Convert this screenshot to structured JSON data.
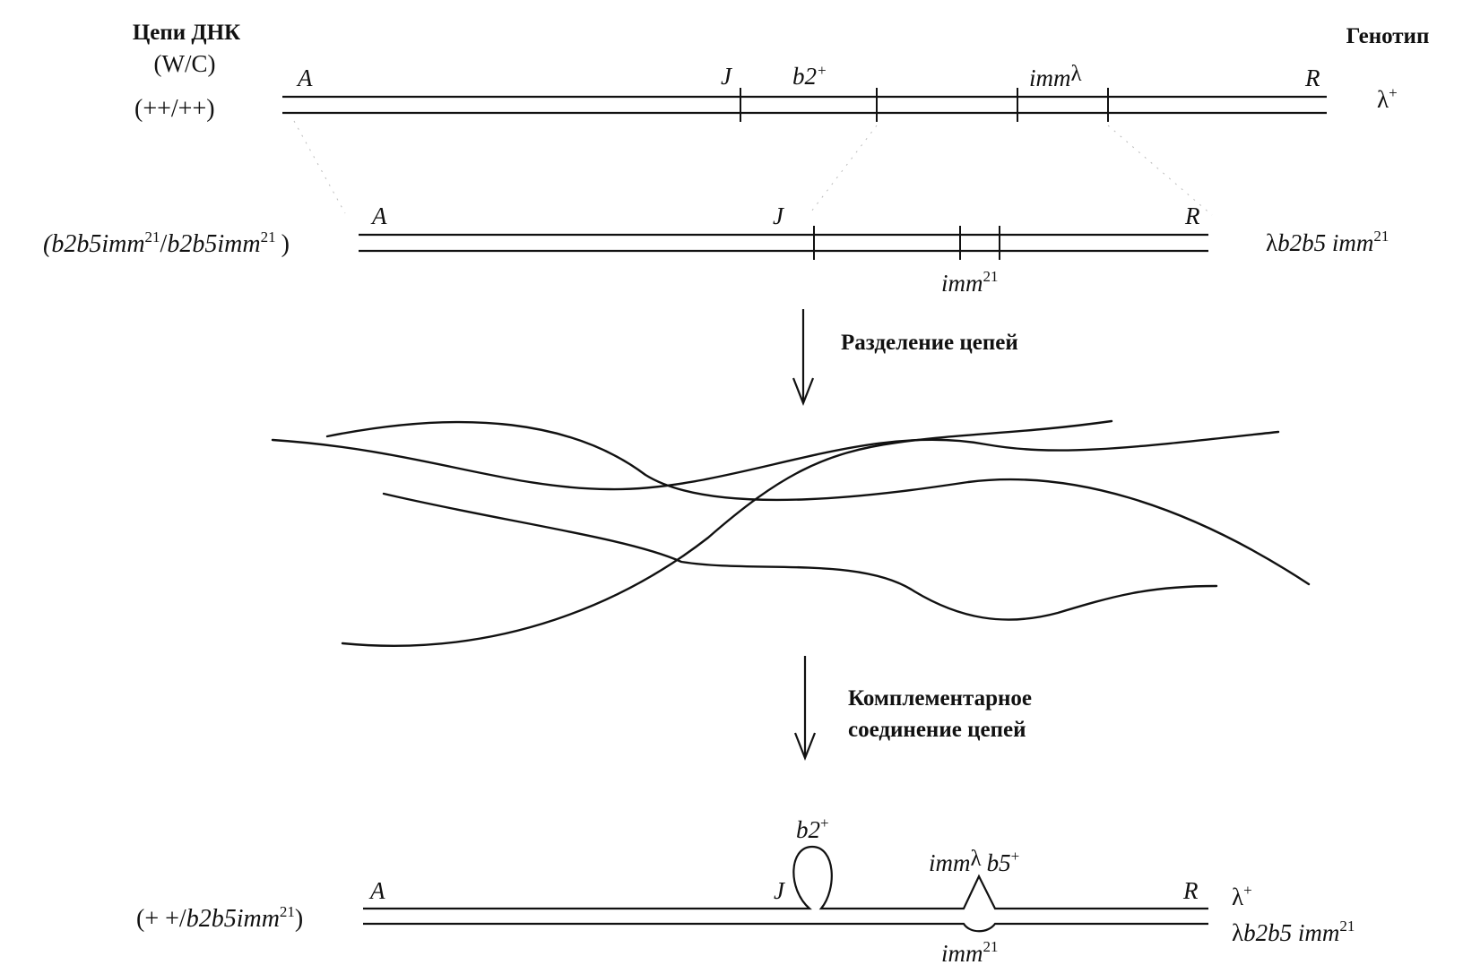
{
  "header": {
    "strands_title": "Цепи ДНК",
    "strands_subtitle": "(W/C)",
    "genotype_title": "Генотип"
  },
  "row1": {
    "strand_notation": "(++/++)",
    "left_end": "A",
    "j": "J",
    "b2": "b2",
    "b2_sup": "+",
    "imm": "imm",
    "imm_lambda": "λ",
    "right_end": "R",
    "genotype": "λ",
    "genotype_sup": "+"
  },
  "row2": {
    "strand_a": "(b2b5imm",
    "strand_a_sup": "21",
    "slash": "/",
    "strand_b": "b2b5imm",
    "strand_b_sup": "21",
    "close": ")",
    "left_end": "A",
    "j": "J",
    "right_end": "R",
    "imm_label": "imm",
    "imm_sup": "21",
    "genotype_lambda": "λ",
    "genotype_body": "b2b5 imm",
    "genotype_sup": "21"
  },
  "steps": {
    "separation": "Разделение цепей",
    "annealing_line1": "Комплементарное",
    "annealing_line2": "соединение цепей"
  },
  "row3": {
    "strand_plus": "(+  +/",
    "strand_mut": "b2b5imm",
    "strand_mut_sup": "21",
    "close": ")",
    "left_end": "A",
    "j": "J",
    "right_end": "R",
    "b2": "b2",
    "b2_sup": "+",
    "imm_top": "imm",
    "imm_top_lambda": "λ",
    "b5": "b5",
    "b5_sup": "+",
    "imm_bottom": "imm",
    "imm_bottom_sup": "21",
    "genotype_top": "λ",
    "genotype_top_sup": "+",
    "genotype_bottom_lambda": "λ",
    "genotype_bottom_body": "b2b5 imm",
    "genotype_bottom_sup": "21"
  }
}
